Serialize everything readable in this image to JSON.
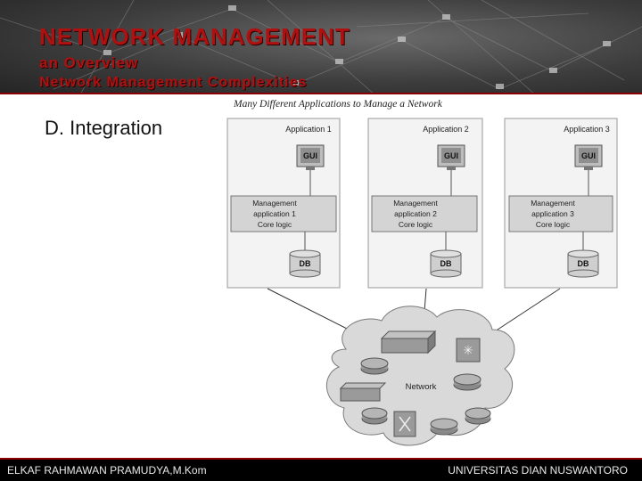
{
  "header": {
    "title": "NETWORK MANAGEMENT",
    "subtitle": "an Overview",
    "topic": "Network Management Complexities"
  },
  "slide": {
    "section_title": "D. Integration"
  },
  "figure": {
    "caption": "Many Different Applications to Manage a Network",
    "applications": [
      {
        "title": "Application 1",
        "gui": "GUI",
        "mgmt_lines": [
          "Management",
          "application 1",
          "Core logic"
        ],
        "db": "DB"
      },
      {
        "title": "Application 2",
        "gui": "GUI",
        "mgmt_lines": [
          "Management",
          "application 2",
          "Core logic"
        ],
        "db": "DB"
      },
      {
        "title": "Application 3",
        "gui": "GUI",
        "mgmt_lines": [
          "Management",
          "application 3",
          "Core logic"
        ],
        "db": "DB"
      }
    ],
    "network_label": "Network"
  },
  "footer": {
    "left": "ELKAF RAHMAWAN PRAMUDYA,M.Kom",
    "right": "UNIVERSITAS DIAN NUSWANTORO"
  },
  "colors": {
    "title_red": "#b01010",
    "header_bg": "#3d3d3d",
    "footer_bg": "#000000"
  }
}
